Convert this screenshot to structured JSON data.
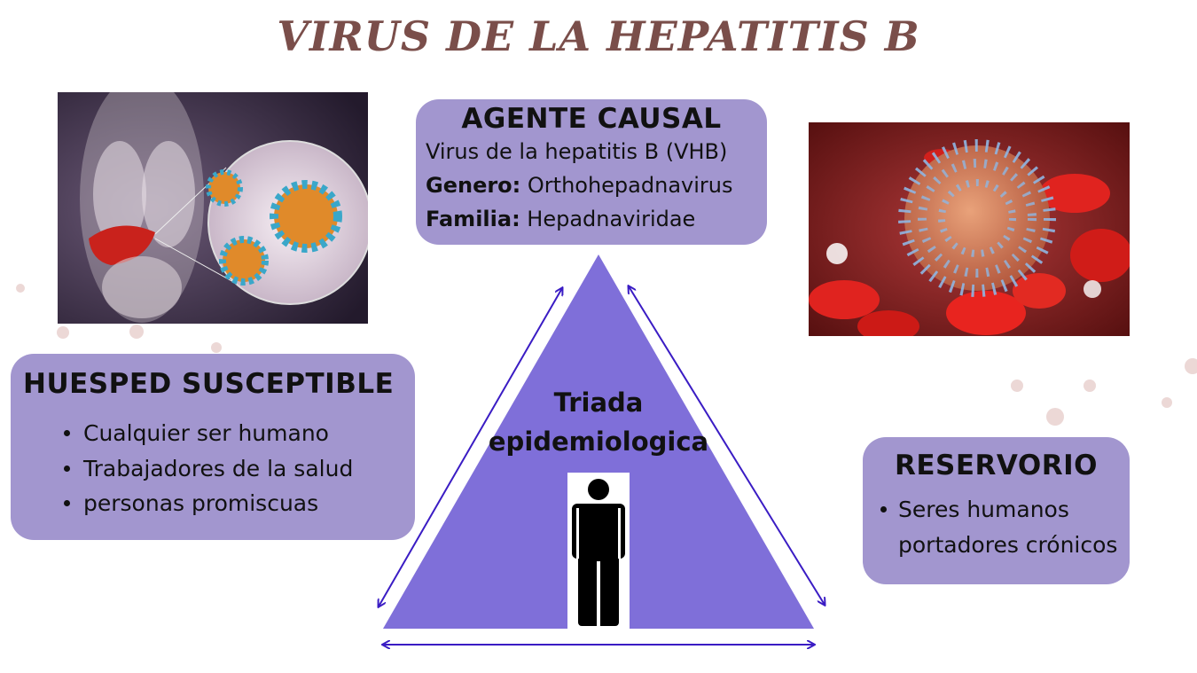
{
  "title": "VIRUS DE LA HEPATITIS B",
  "agente": {
    "heading": "AGENTE CAUSAL",
    "line1": "Virus de la hepatitis B (VHB)",
    "genero_label": "Genero:",
    "genero_value": " Orthohepadnavirus",
    "familia_label": "Familia:",
    "familia_value": " Hepadnaviridae"
  },
  "huesped": {
    "heading": "HUESPED SUSCEPTIBLE",
    "items": [
      "Cualquier ser humano",
      "Trabajadores de la salud",
      "personas promiscuas"
    ]
  },
  "reservorio": {
    "heading": "RESERVORIO",
    "items": [
      "Seres humanos",
      "portadores crónicos"
    ]
  },
  "triada": {
    "line1": "Triada",
    "line2": "epidemiologica"
  },
  "colors": {
    "box": "#a296cf",
    "triangle": "#7f6fd9",
    "arrow": "#3a1cc4",
    "title": "#7a4e4a"
  },
  "icons": [
    "liver-virus-illustration",
    "hepatitis-b-virus-blood-illustration",
    "person-icon"
  ]
}
